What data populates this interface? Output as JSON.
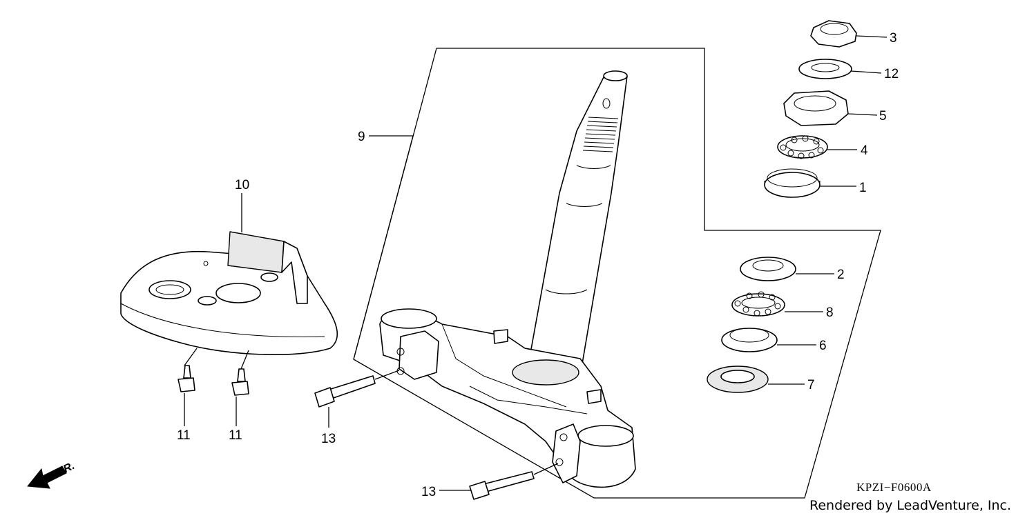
{
  "diagram": {
    "callouts": [
      {
        "id": "3",
        "label": "3"
      },
      {
        "id": "12",
        "label": "12"
      },
      {
        "id": "5",
        "label": "5"
      },
      {
        "id": "4",
        "label": "4"
      },
      {
        "id": "1",
        "label": "1"
      },
      {
        "id": "9",
        "label": "9"
      },
      {
        "id": "10",
        "label": "10"
      },
      {
        "id": "2",
        "label": "2"
      },
      {
        "id": "8",
        "label": "8"
      },
      {
        "id": "6",
        "label": "6"
      },
      {
        "id": "7",
        "label": "7"
      },
      {
        "id": "11a",
        "label": "11"
      },
      {
        "id": "11b",
        "label": "11"
      },
      {
        "id": "13a",
        "label": "13"
      },
      {
        "id": "13b",
        "label": "13"
      }
    ],
    "direction_label": "FR.",
    "diagram_code": "KPZI−F0600A",
    "credit": "Rendered by LeadVenture, Inc."
  }
}
